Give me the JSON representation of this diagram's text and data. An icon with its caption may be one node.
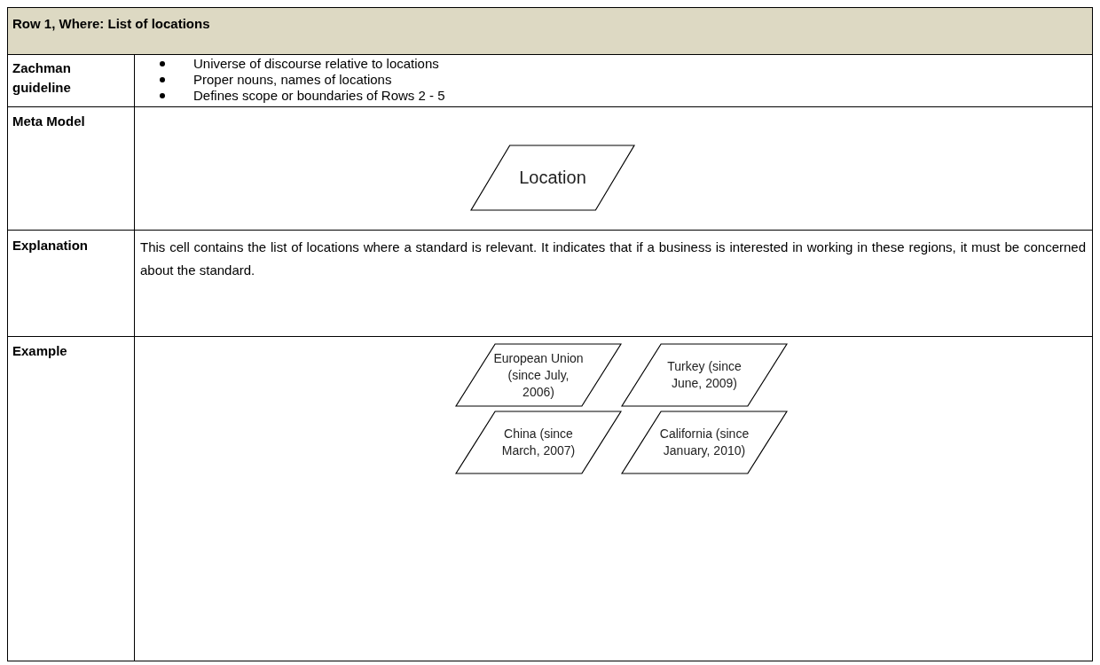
{
  "diagram": {
    "nodes": [
      {
        "text": [
          "Location"
        ]
      },
      {
        "text": [
          "European Union (since July, 2006)"
        ]
      },
      {
        "text": [
          "Turkey (since June, 2009)"
        ]
      },
      {
        "text": [
          "China (since March, 2007)"
        ]
      },
      {
        "text": [
          "California (since January, 2010)"
        ]
      }
    ],
    "edges": [],
    "labels": [
      "Row 1, Where: List of locations",
      "Zachman guideline",
      "Universe of discourse relative to locations",
      "Proper nouns, names of locations",
      "Defines scope or boundaries of Rows 2 - 5",
      "Meta Model",
      "Explanation",
      "This cell contains the list of locations where a standard is relevant. It indicates that if a business is interested in working in these regions, it must be concerned about the standard.",
      "Example"
    ]
  }
}
